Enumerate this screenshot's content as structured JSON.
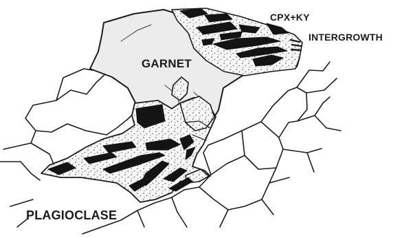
{
  "labels": {
    "garnet": "GARNET",
    "cpx_ky": "CPX+KY",
    "intergrowth": "INTERGROWTH",
    "plagioclase": "PLAGIOCLASE"
  },
  "colors": {
    "ink": "#1b1b1b",
    "garnet_fill": "#ececec",
    "intergrowth_fill": "#f4f4f4",
    "dark_inclusion": "#141414"
  }
}
